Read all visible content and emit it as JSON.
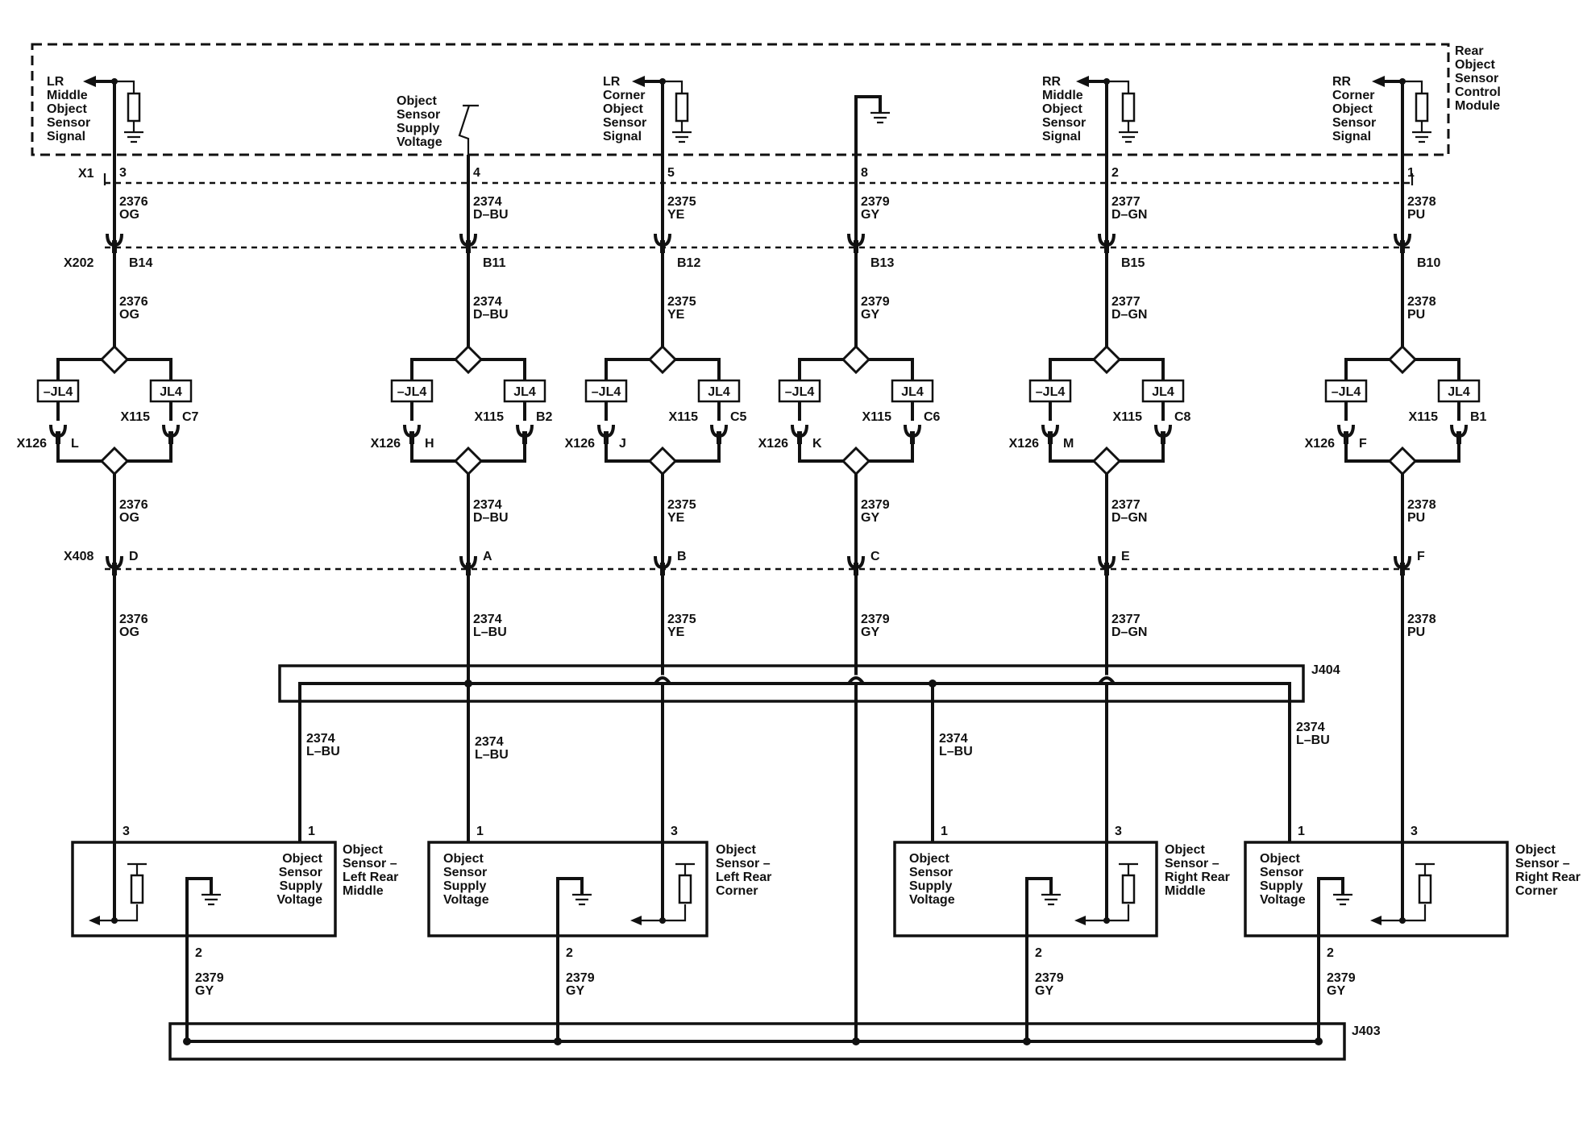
{
  "module": {
    "lines": [
      "Rear",
      "Object",
      "Sensor",
      "Control",
      "Module"
    ]
  },
  "outputs": [
    {
      "lines": [
        "LR",
        "Middle",
        "Object",
        "Sensor",
        "Signal"
      ]
    },
    {
      "lines": [
        "LR",
        "Corner",
        "Object",
        "Sensor",
        "Signal"
      ]
    },
    {
      "lines": [
        "RR",
        "Middle",
        "Object",
        "Sensor",
        "Signal"
      ]
    },
    {
      "lines": [
        "RR",
        "Corner",
        "Object",
        "Sensor",
        "Signal"
      ]
    }
  ],
  "supply": {
    "lines": [
      "Object",
      "Sensor",
      "Supply",
      "Voltage"
    ]
  },
  "connectors": {
    "x1": "X1",
    "x202": "X202",
    "x408": "X408",
    "x115": "X115",
    "x126": "X126",
    "jl4": "JL4",
    "not_jl4": "–JL4",
    "j404": "J404",
    "j403": "J403"
  },
  "columns": [
    {
      "x1_pin": "3",
      "x202_pin": "B14",
      "x115_pin": "C7",
      "x126_pin": "L",
      "x408_pin": "D",
      "circuit_top": "2376",
      "color_top": "OG",
      "circuit_bottom": "2376",
      "color_bottom": "OG"
    },
    {
      "x1_pin": "4",
      "x202_pin": "B11",
      "x115_pin": "B2",
      "x126_pin": "H",
      "x408_pin": "A",
      "circuit_top": "2374",
      "color_top": "D–BU",
      "circuit_bottom": "2374",
      "color_bottom": "L–BU"
    },
    {
      "x1_pin": "5",
      "x202_pin": "B12",
      "x115_pin": "C5",
      "x126_pin": "J",
      "x408_pin": "B",
      "circuit_top": "2375",
      "color_top": "YE",
      "circuit_bottom": "2375",
      "color_bottom": "YE"
    },
    {
      "x1_pin": "8",
      "x202_pin": "B13",
      "x115_pin": "C6",
      "x126_pin": "K",
      "x408_pin": "C",
      "circuit_top": "2379",
      "color_top": "GY",
      "circuit_bottom": "2379",
      "color_bottom": "GY"
    },
    {
      "x1_pin": "2",
      "x202_pin": "B15",
      "x115_pin": "C8",
      "x126_pin": "M",
      "x408_pin": "E",
      "circuit_top": "2377",
      "color_top": "D–GN",
      "circuit_bottom": "2377",
      "color_bottom": "D–GN"
    },
    {
      "x1_pin": "1",
      "x202_pin": "B10",
      "x115_pin": "B1",
      "x126_pin": "F",
      "x408_pin": "F",
      "circuit_top": "2378",
      "color_top": "PU",
      "circuit_bottom": "2378",
      "color_bottom": "PU"
    }
  ],
  "supply_branches": [
    {
      "circuit": "2374",
      "color": "L–BU"
    },
    {
      "circuit": "2374",
      "color": "L–BU"
    },
    {
      "circuit": "2374",
      "color": "L–BU"
    },
    {
      "circuit": "2374",
      "color": "L–BU"
    }
  ],
  "sensors": [
    {
      "title_lines": [
        "Object",
        "Sensor –",
        "Left Rear",
        "Middle"
      ],
      "inner_lines": [
        "Object",
        "Sensor",
        "Supply",
        "Voltage"
      ],
      "pin_signal": "3",
      "pin_supply": "1",
      "pin_ground": "2",
      "ground_circuit": "2379",
      "ground_color": "GY"
    },
    {
      "title_lines": [
        "Object",
        "Sensor –",
        "Left Rear",
        "Corner"
      ],
      "inner_lines": [
        "Object",
        "Sensor",
        "Supply",
        "Voltage"
      ],
      "pin_signal": "3",
      "pin_supply": "1",
      "pin_ground": "2",
      "ground_circuit": "2379",
      "ground_color": "GY"
    },
    {
      "title_lines": [
        "Object",
        "Sensor –",
        "Right Rear",
        "Middle"
      ],
      "inner_lines": [
        "Object",
        "Sensor",
        "Supply",
        "Voltage"
      ],
      "pin_signal": "3",
      "pin_supply": "1",
      "pin_ground": "2",
      "ground_circuit": "2379",
      "ground_color": "GY"
    },
    {
      "title_lines": [
        "Object",
        "Sensor –",
        "Right Rear",
        "Corner"
      ],
      "inner_lines": [
        "Object",
        "Sensor",
        "Supply",
        "Voltage"
      ],
      "pin_signal": "3",
      "pin_supply": "1",
      "pin_ground": "2",
      "ground_circuit": "2379",
      "ground_color": "GY"
    }
  ]
}
